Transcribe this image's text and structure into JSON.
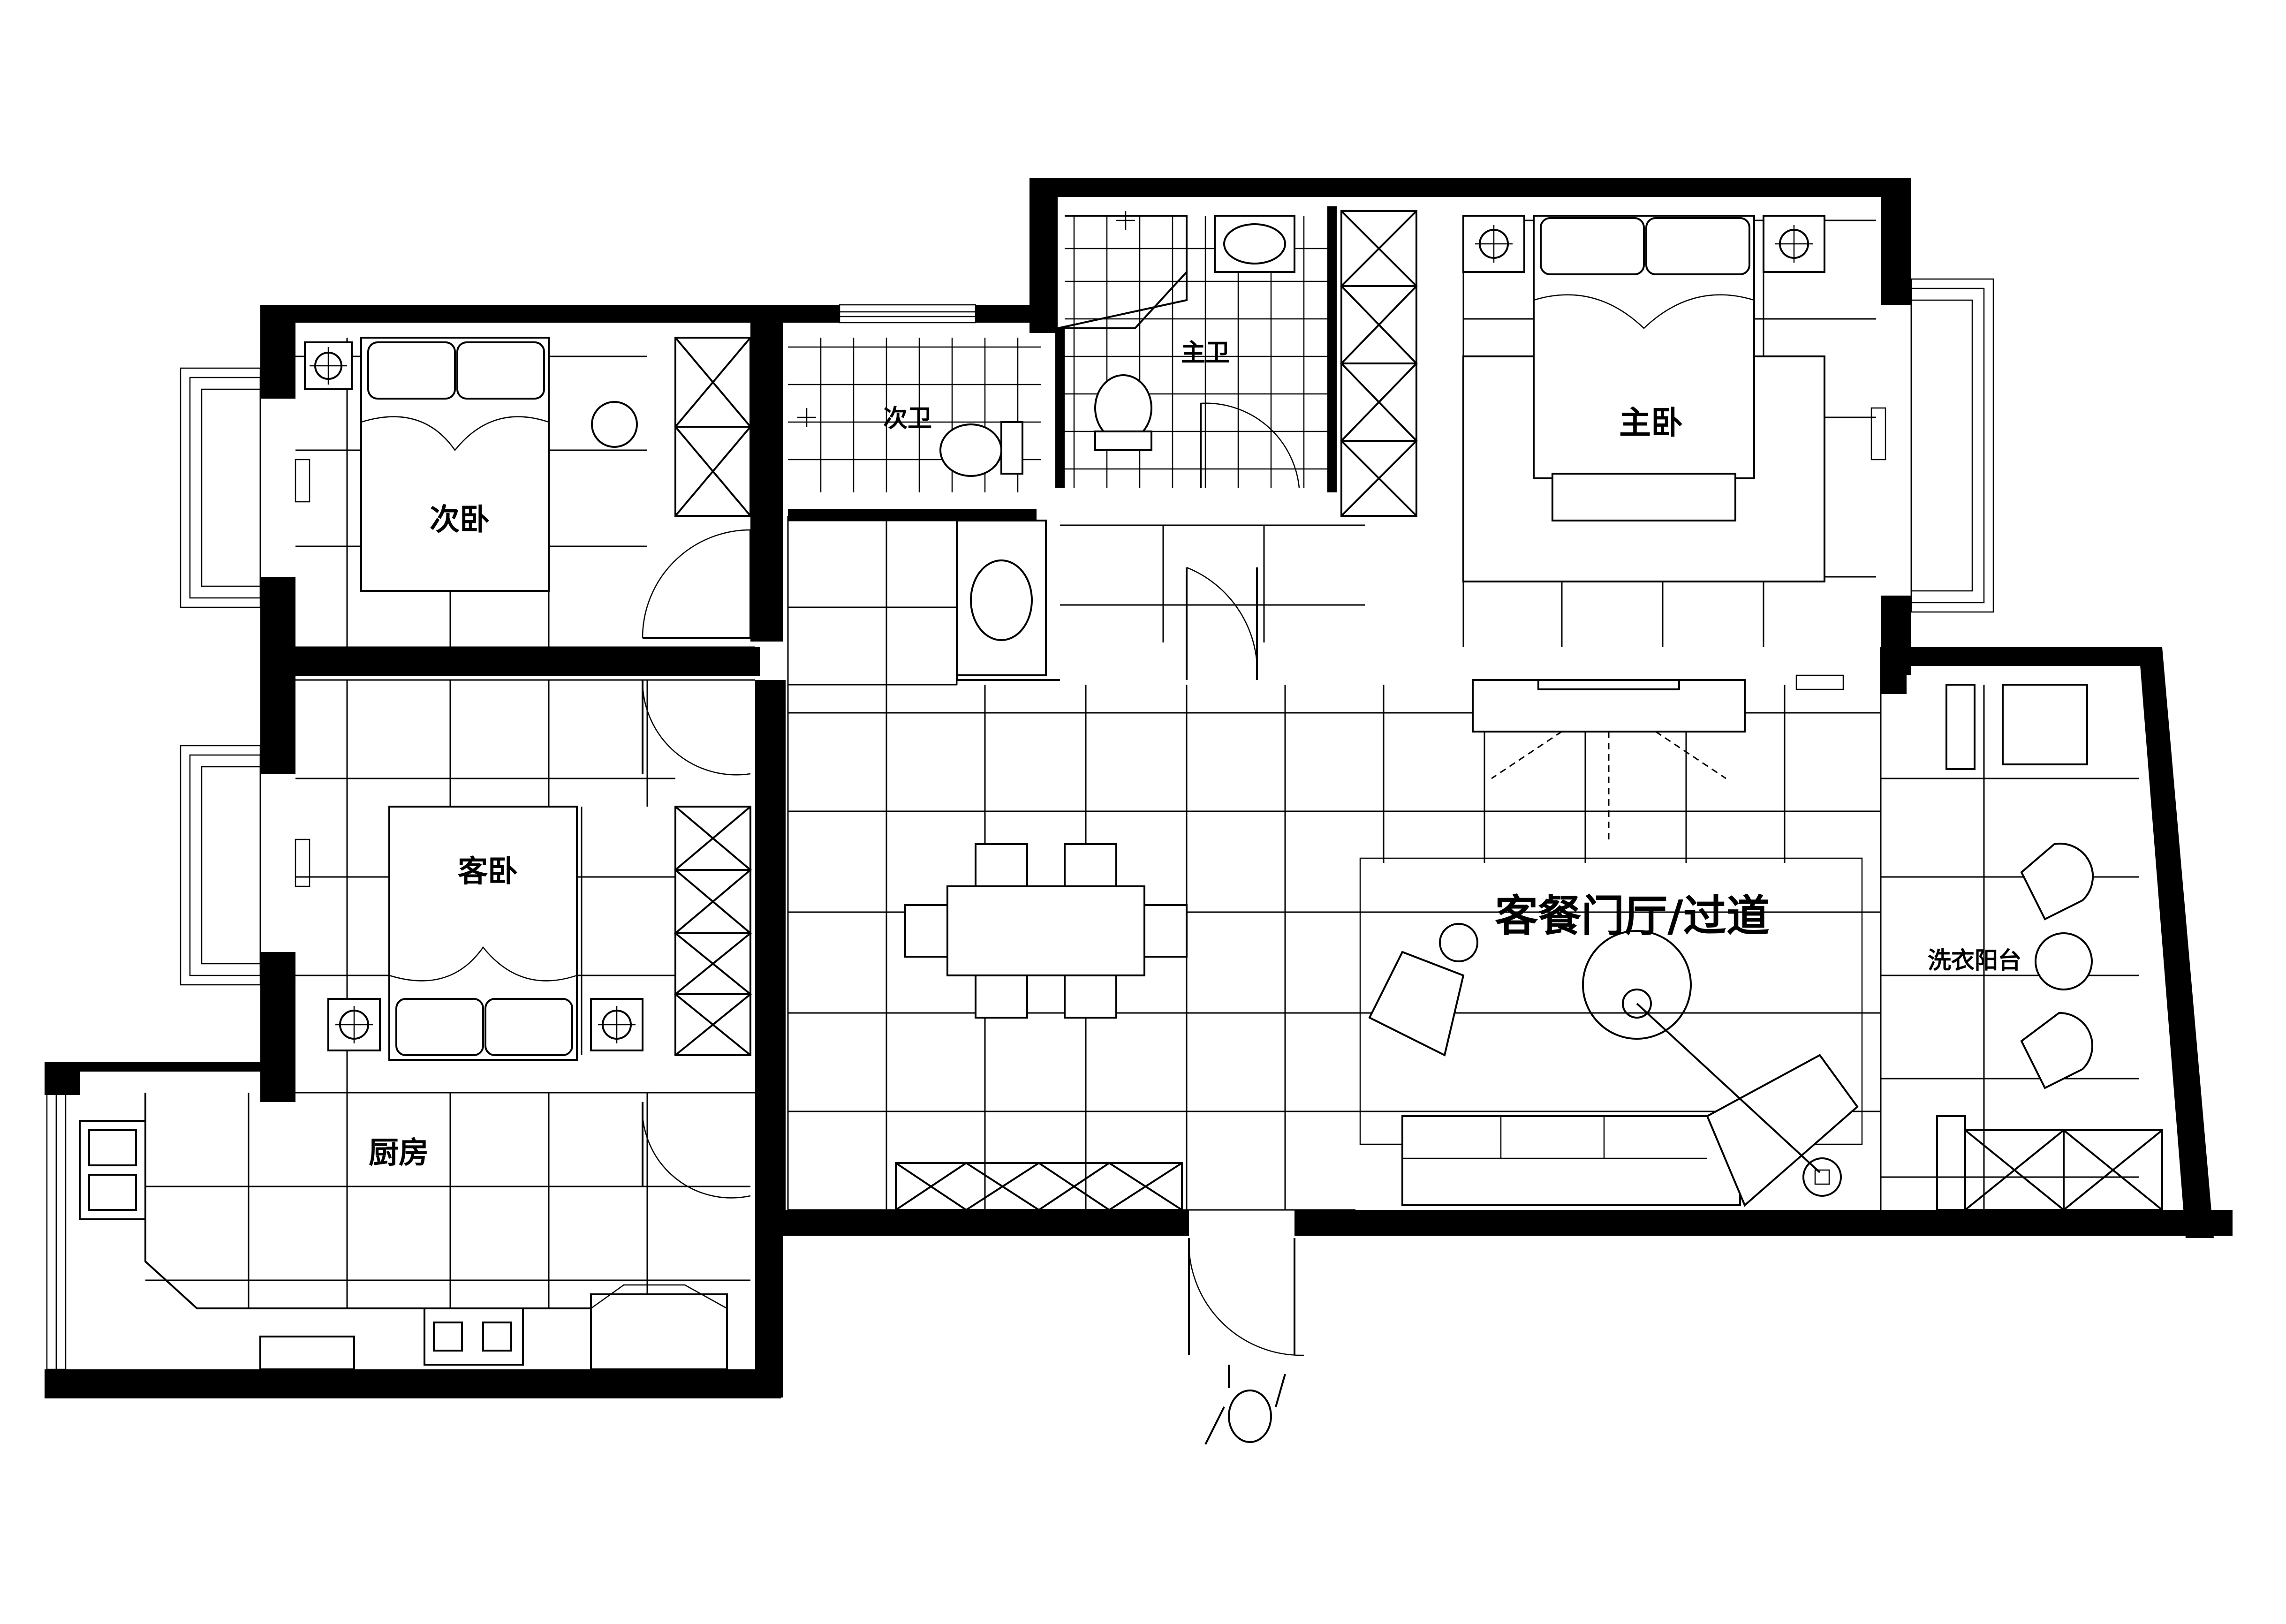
{
  "rooms": {
    "second_bedroom": "次卧",
    "guest_bedroom": "客卧",
    "kitchen": "厨房",
    "second_bathroom": "次卫",
    "master_bathroom": "主卫",
    "master_bedroom": "主卧",
    "living_dining": "客餐门厅/过道",
    "laundry_balcony": "洗衣阳台"
  },
  "colors": {
    "wall": "#000000",
    "background": "#ffffff"
  }
}
